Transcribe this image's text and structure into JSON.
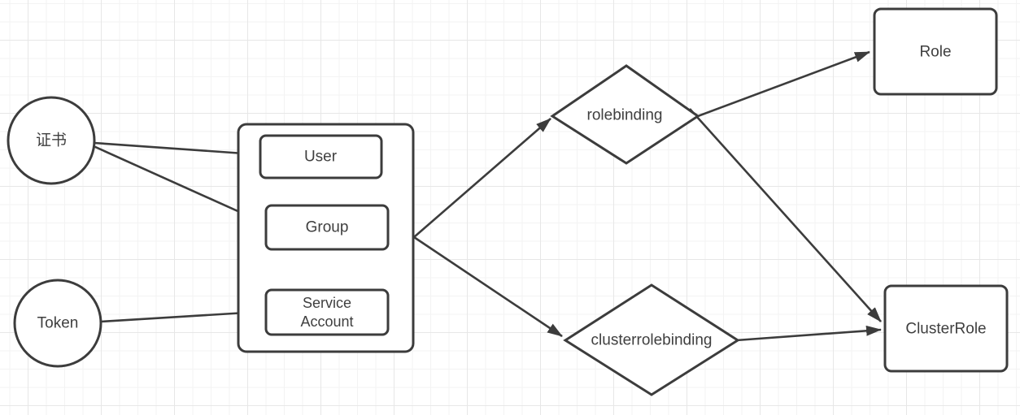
{
  "diagram": {
    "title": "kubernetes-rbac-auth-flow",
    "style": {
      "stroke_color": "#3c3c3c",
      "text_color": "#3f3f3f",
      "shape_fill": "#ffffff",
      "grid_minor_color": "#f3f3f3",
      "grid_major_color": "#e7e7e7"
    },
    "nodes": {
      "certificate": {
        "label": "证书",
        "shape": "circle"
      },
      "token": {
        "label": "Token",
        "shape": "circle"
      },
      "subjects_group": {
        "label": "",
        "shape": "rounded-rect-container"
      },
      "user": {
        "label": "User",
        "shape": "rounded-rect"
      },
      "group": {
        "label": "Group",
        "shape": "rounded-rect"
      },
      "service_account": {
        "label": "Service Account",
        "shape": "rounded-rect"
      },
      "rolebinding": {
        "label": "rolebinding",
        "shape": "diamond"
      },
      "clusterrolebinding": {
        "label": "clusterrolebinding",
        "shape": "diamond"
      },
      "role": {
        "label": "Role",
        "shape": "rounded-rect"
      },
      "clusterrole": {
        "label": "ClusterRole",
        "shape": "rounded-rect"
      }
    },
    "edges": [
      {
        "from": "certificate",
        "to": "user",
        "arrow": true
      },
      {
        "from": "certificate",
        "to": "group",
        "arrow": true
      },
      {
        "from": "token",
        "to": "service_account",
        "arrow": true
      },
      {
        "from": "subjects_group",
        "to": "rolebinding",
        "arrow": true
      },
      {
        "from": "subjects_group",
        "to": "clusterrolebinding",
        "arrow": true
      },
      {
        "from": "rolebinding",
        "to": "role",
        "arrow": true
      },
      {
        "from": "rolebinding",
        "to": "clusterrole",
        "arrow": true
      },
      {
        "from": "clusterrolebinding",
        "to": "clusterrole",
        "arrow": true
      }
    ]
  }
}
